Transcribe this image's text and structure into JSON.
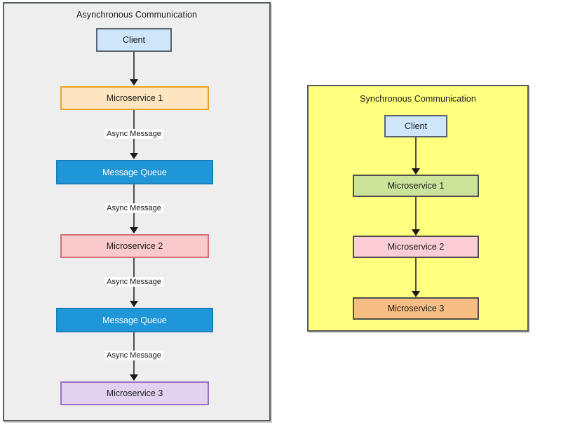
{
  "diagram": {
    "title_async": "Asynchronous Communication",
    "title_sync": "Synchronous Communication",
    "edge_label_async": "Async Message",
    "colors": {
      "panel_async_bg": "#eeeeee",
      "panel_sync_bg": "#ffff80",
      "panel_border": "#555a5e",
      "client_fill": "#cfe6fa",
      "client_border": "#5a6472",
      "microservice1_async_fill": "#fde5bf",
      "microservice1_async_border": "#e8a426",
      "message_queue_fill": "#1f96d8",
      "message_queue_border": "#1b7fb8",
      "message_queue_text": "#ffffff",
      "microservice2_async_fill": "#fac9cc",
      "microservice2_async_border": "#d3707a",
      "microservice3_async_fill": "#e2d2ef",
      "microservice3_async_border": "#9a71bf",
      "microservice1_sync_fill": "#cbe49a",
      "microservice2_sync_fill": "#fbcdd5",
      "microservice3_sync_fill": "#f6bd84",
      "node_border_sync": "#4d4d4d",
      "connector": "#4d4d4d",
      "text": "#1a1a1a"
    }
  },
  "async_panel": {
    "title": "Asynchronous Communication",
    "nodes": [
      {
        "id": "client",
        "label": "Client"
      },
      {
        "id": "microservice-1",
        "label": "Microservice 1"
      },
      {
        "id": "message-queue-1",
        "label": "Message Queue"
      },
      {
        "id": "microservice-2",
        "label": "Microservice 2"
      },
      {
        "id": "message-queue-2",
        "label": "Message Queue"
      },
      {
        "id": "microservice-3",
        "label": "Microservice 3"
      }
    ],
    "edges": [
      {
        "from": "client",
        "to": "microservice-1",
        "label": ""
      },
      {
        "from": "microservice-1",
        "to": "message-queue-1",
        "label": "Async Message"
      },
      {
        "from": "message-queue-1",
        "to": "microservice-2",
        "label": "Async Message"
      },
      {
        "from": "microservice-2",
        "to": "message-queue-2",
        "label": "Async Message"
      },
      {
        "from": "message-queue-2",
        "to": "microservice-3",
        "label": "Async Message"
      }
    ]
  },
  "sync_panel": {
    "title": "Synchronous Communication",
    "nodes": [
      {
        "id": "client",
        "label": "Client"
      },
      {
        "id": "microservice-1",
        "label": "Microservice 1"
      },
      {
        "id": "microservice-2",
        "label": "Microservice 2"
      },
      {
        "id": "microservice-3",
        "label": "Microservice 3"
      }
    ],
    "edges": [
      {
        "from": "client",
        "to": "microservice-1",
        "label": ""
      },
      {
        "from": "microservice-1",
        "to": "microservice-2",
        "label": ""
      },
      {
        "from": "microservice-2",
        "to": "microservice-3",
        "label": ""
      }
    ]
  }
}
